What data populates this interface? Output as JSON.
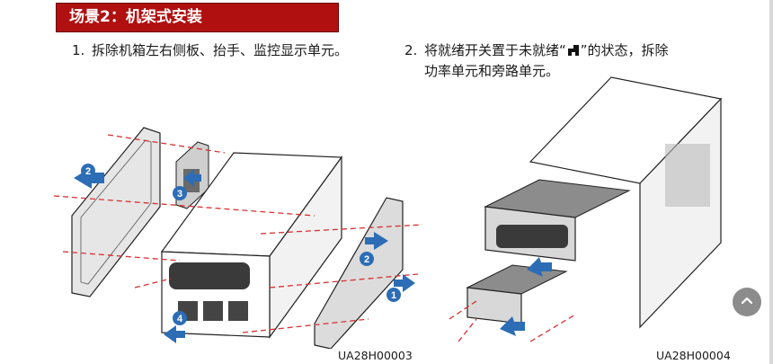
{
  "banner": {
    "title": "场景2：机架式安装"
  },
  "steps": [
    {
      "number": "1.",
      "text": "拆除机箱左右侧板、抬手、监控显示单元。"
    },
    {
      "number": "2.",
      "line1": "将就绪开关置于未就绪“",
      "line1_end": "”的状态，拆除",
      "line2": "功率单元和旁路单元。"
    }
  ],
  "figures": [
    {
      "code": "UA28H00003",
      "callouts": [
        "1",
        "2",
        "2",
        "3",
        "4"
      ]
    },
    {
      "code": "UA28H00004"
    }
  ],
  "colors": {
    "banner": "#b01010",
    "callout": "#2c6db5",
    "dash": "#d93030"
  },
  "icons": {
    "switch_glyph": "lock-switch-icon",
    "scroll_top": "chevron-up-icon"
  }
}
